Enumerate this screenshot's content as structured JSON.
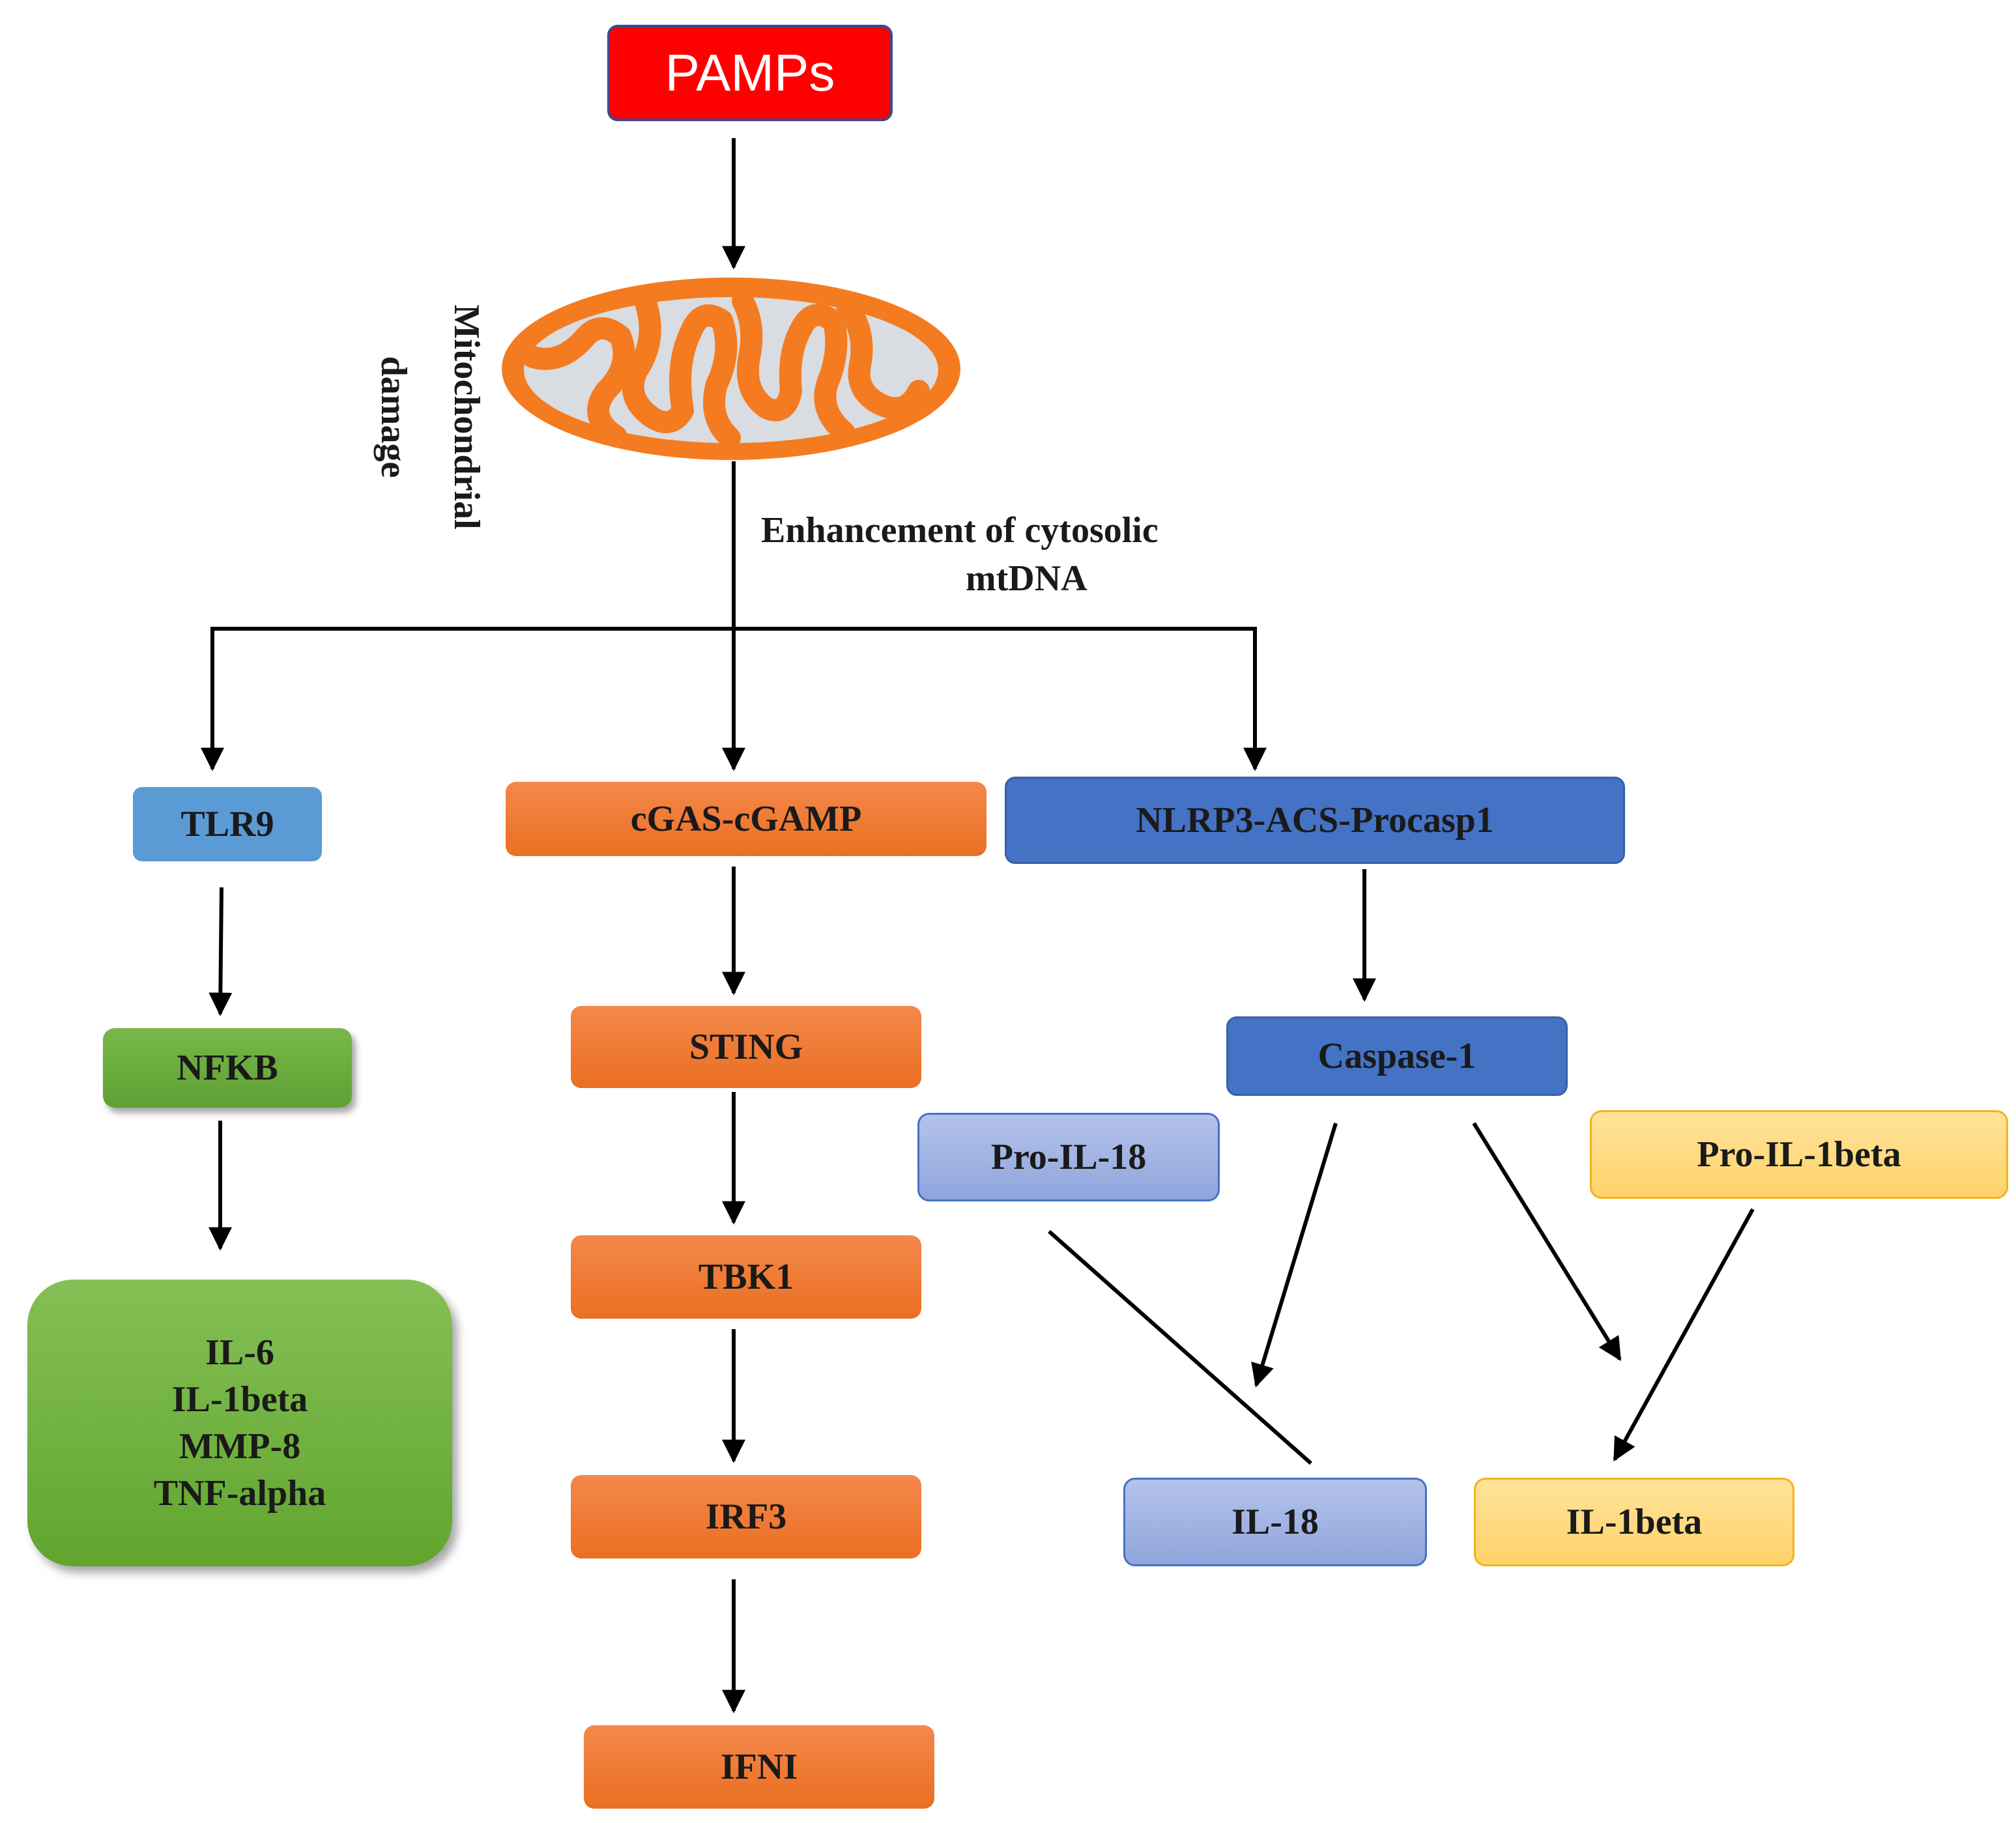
{
  "nodes": {
    "pamps": "PAMPs",
    "mito_label_line1": "Mitochondrial",
    "mito_label_line2": "damage",
    "enhancement_line1": "Enhancement  of cytosolic",
    "enhancement_line2": "mtDNA",
    "tlr9": "TLR9",
    "nfkb": "NFKB",
    "cytokines": [
      "IL-6",
      "IL-1beta",
      "MMP-8",
      "TNF-alpha"
    ],
    "cgas": "cGAS-cGAMP",
    "sting": "STING",
    "tbk1": "TBK1",
    "irf3": "IRF3",
    "ifni": "IFNI",
    "nlrp3": "NLRP3-ACS-Procasp1",
    "caspase1": "Caspase-1",
    "pro_il18": "Pro-IL-18",
    "pro_il1beta": "Pro-IL-1beta",
    "il18": "IL-18",
    "il1beta": "IL-1beta"
  },
  "colors": {
    "pamps": "#ff0000",
    "tlr9": "#5b9bd5",
    "green": "#70ad47",
    "orange": "#ed7d31",
    "dark_blue": "#4472c4",
    "lilac": "#a9b9e6",
    "yellow": "#ffd966",
    "mitochondria_outer": "#f47b20",
    "mitochondria_inner": "#d9dce0"
  }
}
